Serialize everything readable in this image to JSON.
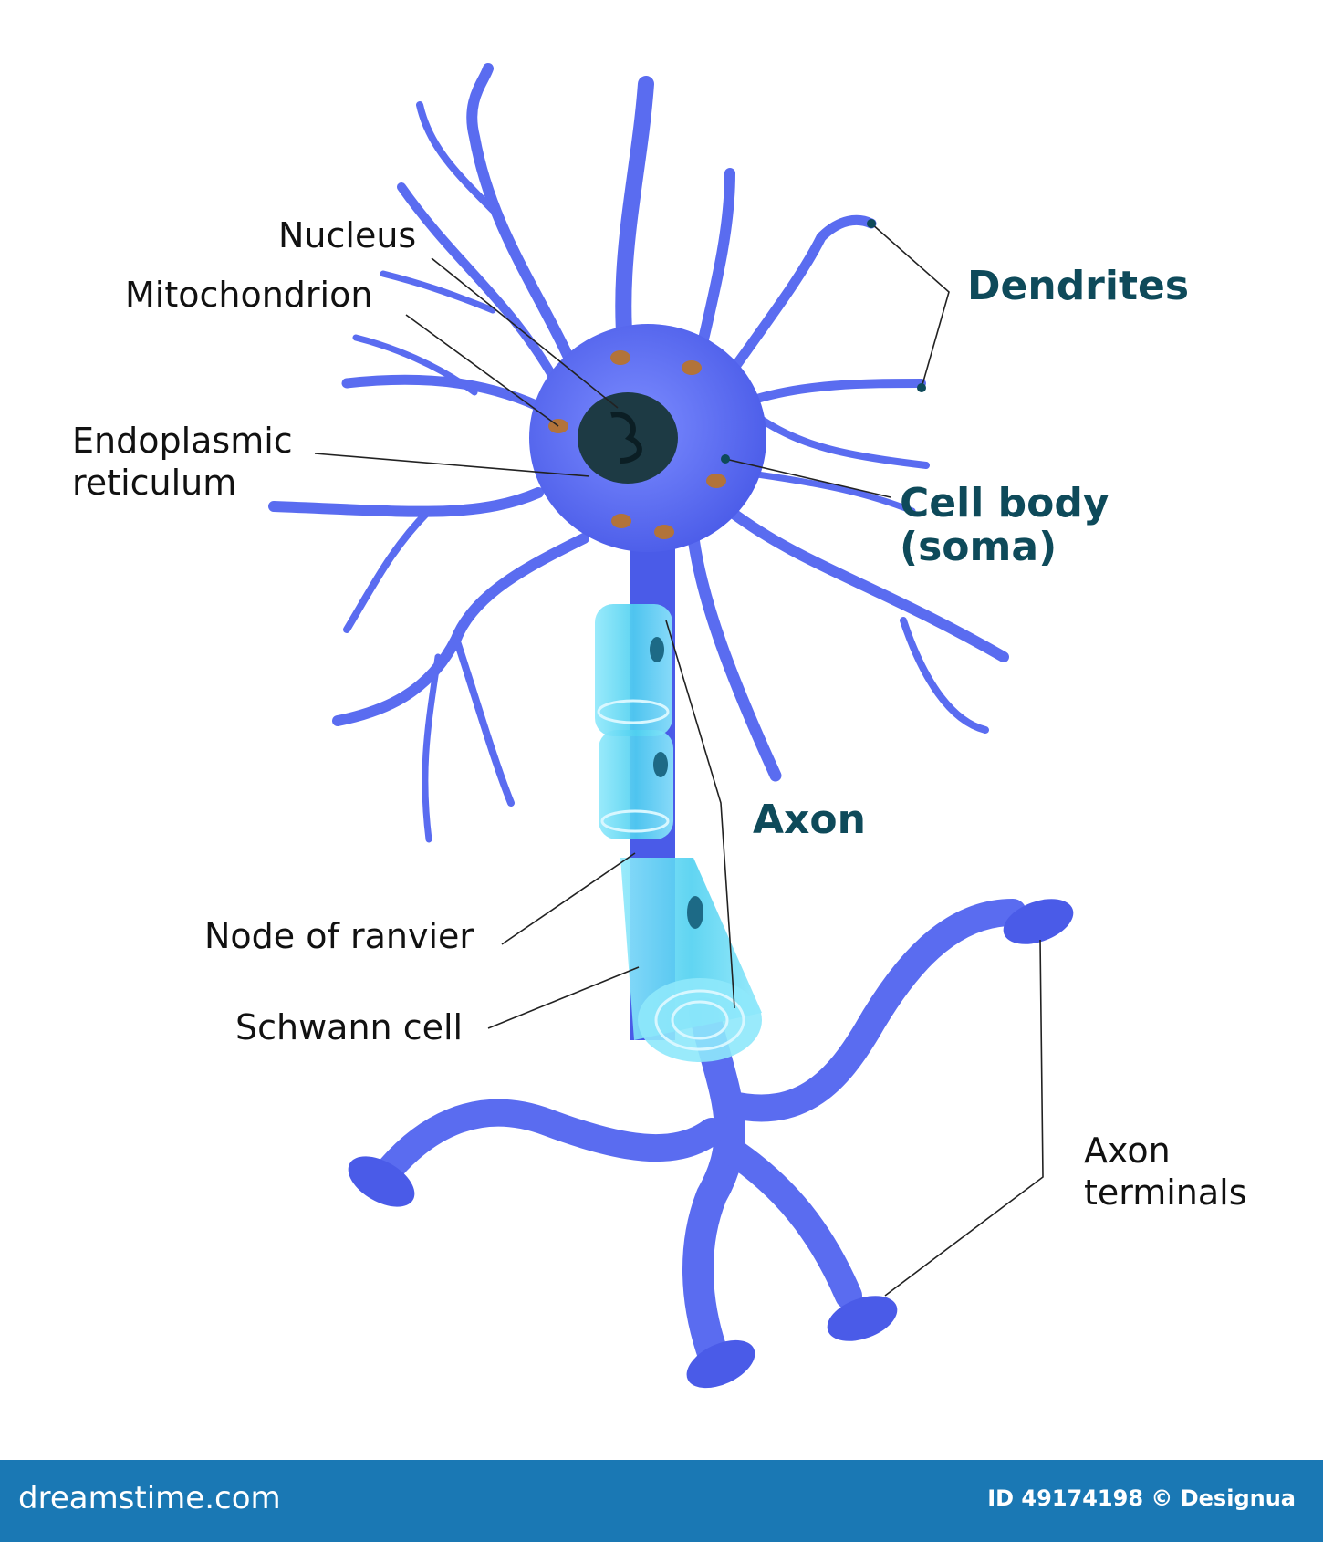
{
  "labels": {
    "nucleus": "Nucleus",
    "mitochondrion": "Mitochondrion",
    "endoplasmic_reticulum": "Endoplasmic\nreticulum",
    "dendrites": "Dendrites",
    "cell_body": "Cell body\n(soma)",
    "axon": "Axon",
    "node_of_ranvier": "Node of  ranvier",
    "schwann_cell": "Schwann cell",
    "axon_terminals": "Axon\nterminals"
  },
  "footer": {
    "site": "dreamstime.com",
    "credit": "ID 49174198 © Designua"
  },
  "colors": {
    "neuron": "#5a6cf0",
    "neuron_dark": "#3f4fd8",
    "myelin": "#5ed6f2",
    "nucleus": "#1d3a44",
    "mitochondria": "#b2733a",
    "label_accent": "#0e4a5a",
    "footer_bg": "#1a78b4"
  }
}
